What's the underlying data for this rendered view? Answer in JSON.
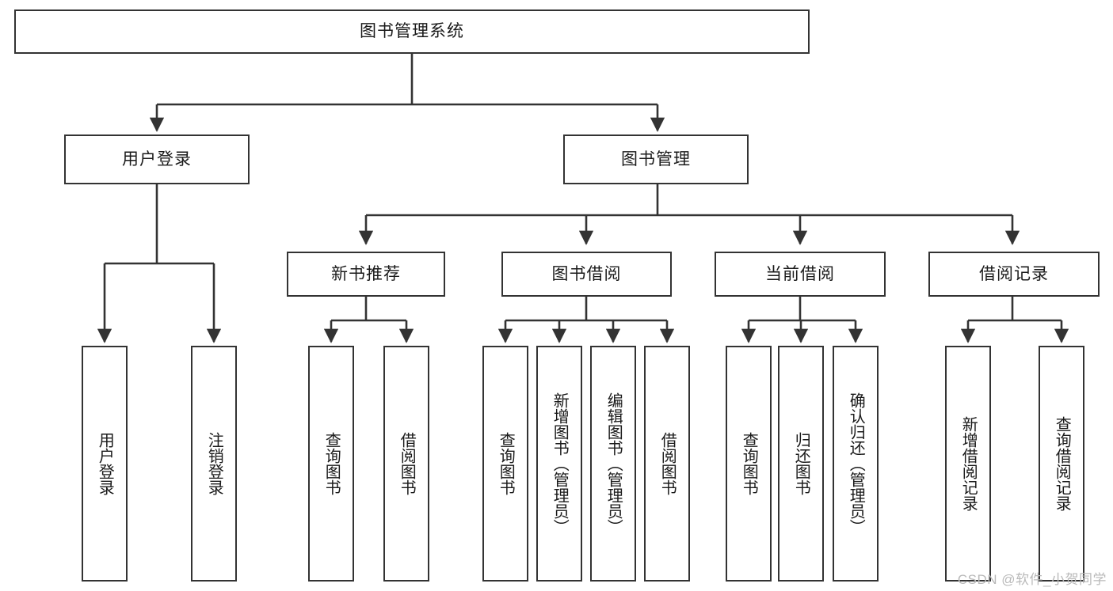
{
  "diagram": {
    "type": "tree",
    "title": "图书管理系统",
    "root": {
      "label": "图书管理系统"
    },
    "level2": [
      {
        "label": "用户登录"
      },
      {
        "label": "图书管理"
      }
    ],
    "level3": [
      {
        "label": "新书推荐"
      },
      {
        "label": "图书借阅"
      },
      {
        "label": "当前借阅"
      },
      {
        "label": "借阅记录"
      }
    ],
    "leaves": {
      "user_login": [
        {
          "label": "用户登录"
        },
        {
          "label": "注销登录"
        }
      ],
      "new_book_recommend": [
        {
          "label": "查询图书"
        },
        {
          "label": "借阅图书"
        }
      ],
      "book_borrow": [
        {
          "label": "查询图书"
        },
        {
          "label": "新增图书（管理员）"
        },
        {
          "label": "编辑图书（管理员）"
        },
        {
          "label": "借阅图书"
        }
      ],
      "current_borrow": [
        {
          "label": "查询图书"
        },
        {
          "label": "归还图书"
        },
        {
          "label": "确认归还（管理员）"
        }
      ],
      "borrow_record": [
        {
          "label": "新增借阅记录"
        },
        {
          "label": "查询借阅记录"
        }
      ]
    }
  },
  "watermark": {
    "text": "CSDN @软件_小贺同学"
  },
  "colors": {
    "box_border": "#333333",
    "box_fill": "#ffffff",
    "edge": "#333333",
    "text": "#1a1a1a",
    "watermark": "#b9b9b9"
  }
}
